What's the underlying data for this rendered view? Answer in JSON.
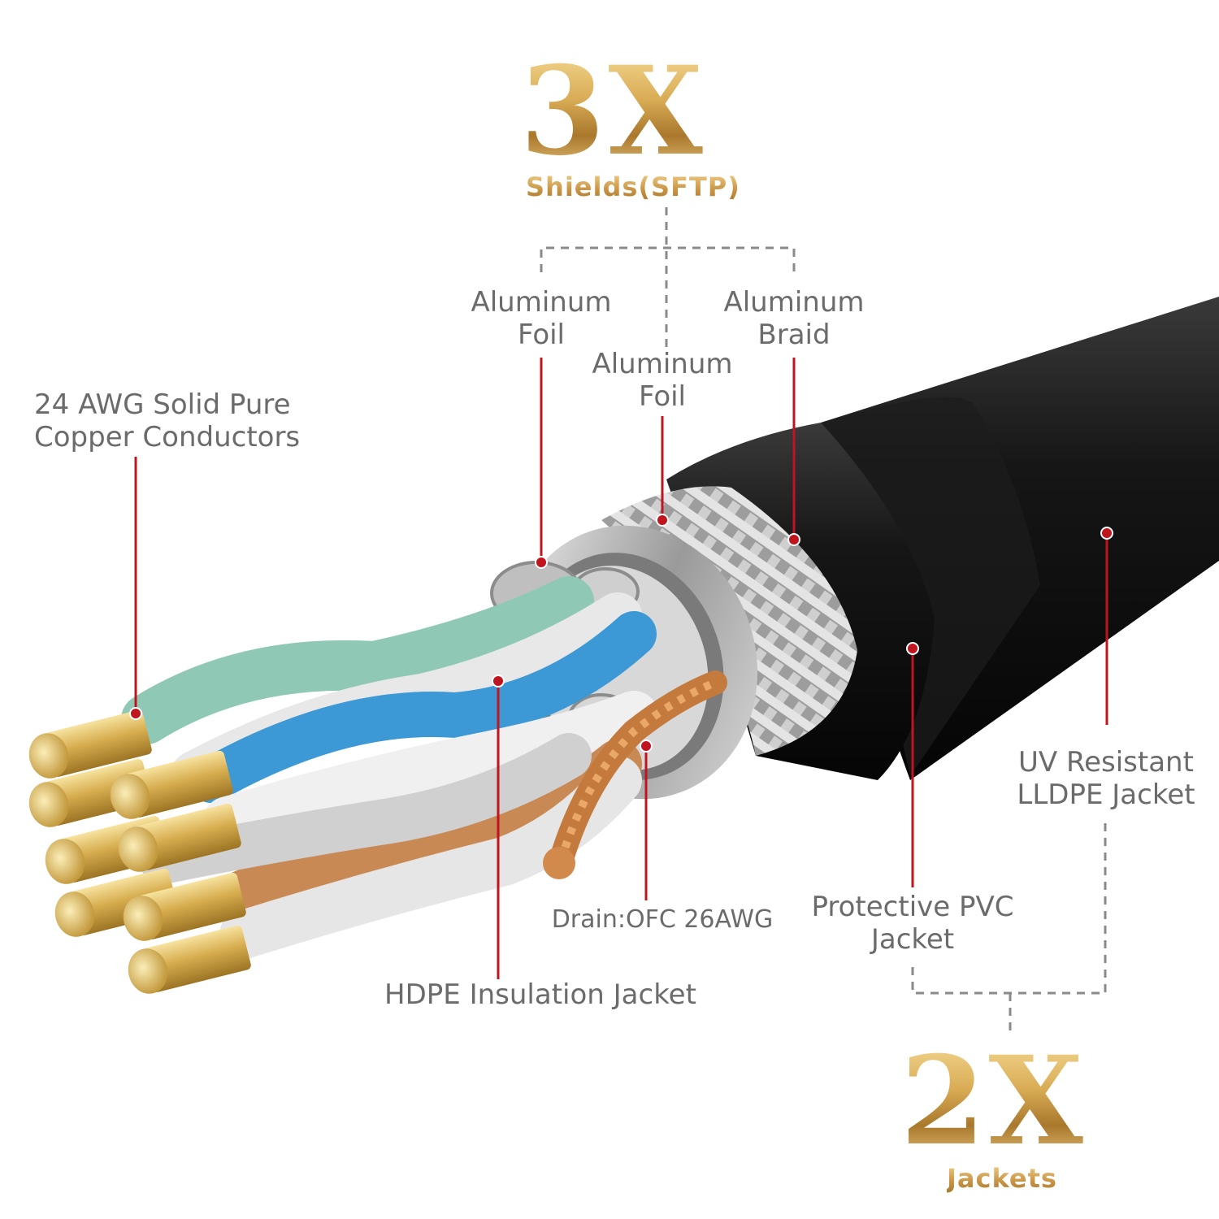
{
  "headline_top": {
    "big": "3X",
    "sub": "Shields(SFTP)"
  },
  "headline_bottom": {
    "big": "2X",
    "sub": "Jackets"
  },
  "labels": {
    "conductors": "24 AWG Solid Pure\nCopper Conductors",
    "foil_outer": "Aluminum\nFoil",
    "foil_inner": "Aluminum\nFoil",
    "braid": "Aluminum\nBraid",
    "drain": "Drain:OFC 26AWG",
    "hdpe": "HDPE Insulation Jacket",
    "pvc": "Protective PVC\nJacket",
    "uv": "UV Resistant\nLLDPE Jacket"
  },
  "colors": {
    "leader": "#c0141e",
    "label_text": "#6b6b6b",
    "gold": "#c9a24a",
    "jacket": "#151515",
    "copper": "#c47a3c"
  }
}
